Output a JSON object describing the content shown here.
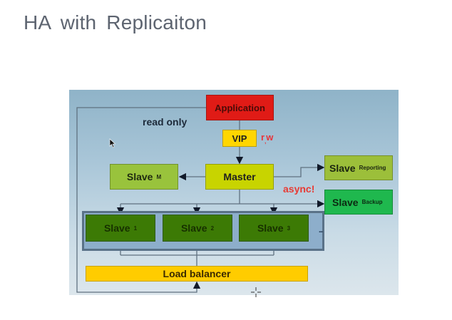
{
  "slide": {
    "title": "HA  with  Replicaiton"
  },
  "diagram": {
    "nodes": {
      "application": {
        "label": "Application",
        "color": "#e01b16"
      },
      "vip": {
        "label": "VIP",
        "color": "#ffd600"
      },
      "master": {
        "label": "Master",
        "color": "#c8d400"
      },
      "slave_m": {
        "label": "Slave",
        "subscript": "M",
        "color": "#99c33c"
      },
      "slave_reporting": {
        "label": "Slave",
        "subscript": "Reporting",
        "color": "#9cbf3a"
      },
      "slave_backup": {
        "label": "Slave",
        "subscript": "Backup",
        "color": "#1fb84e"
      },
      "slaves": [
        {
          "label": "Slave",
          "subscript": "1"
        },
        {
          "label": "Slave",
          "subscript": "2"
        },
        {
          "label": "Slave",
          "subscript": "3"
        }
      ],
      "slaves_more": "...",
      "load_balancer": {
        "label": "Load balancer",
        "color": "#ffcc00"
      }
    },
    "annotations": {
      "read_only": "read only",
      "rw_main": "r",
      "rw_sub": ",",
      "rw_end": "w",
      "async": "async!"
    },
    "edges": [
      {
        "from": "application",
        "to": "vip"
      },
      {
        "from": "vip",
        "to": "master"
      },
      {
        "from": "master",
        "to": "slave_m"
      },
      {
        "from": "master",
        "to": "slave_reporting"
      },
      {
        "from": "master",
        "to": "slave_backup"
      },
      {
        "from": "master",
        "to": "slave_1"
      },
      {
        "from": "master",
        "to": "slave_2"
      },
      {
        "from": "master",
        "to": "slave_3"
      },
      {
        "from": "load_balancer",
        "to": "slave_1"
      },
      {
        "from": "load_balancer",
        "to": "slave_2"
      },
      {
        "from": "load_balancer",
        "to": "slave_3"
      },
      {
        "from": "application",
        "to": "load_balancer",
        "label": "read only"
      }
    ]
  }
}
